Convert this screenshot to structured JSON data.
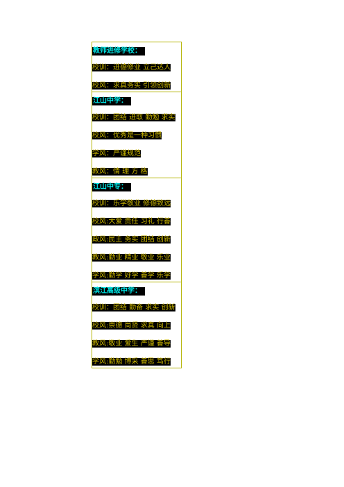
{
  "sections": [
    {
      "title": "教师进修学校：",
      "lines": [
        "校训：进德修业 立己达人",
        "校风：求真务实 引领创新"
      ]
    },
    {
      "title": "江山中学：",
      "lines": [
        "校训：团结 进取 勤勉 求实",
        "校风：优秀是一种习惯",
        "学风：严谨规范",
        "教风：情 理 方 格"
      ]
    },
    {
      "title": "江山中专：",
      "lines": [
        "校训：乐学敬业  修德致远",
        "校风:大爱  责任  习礼  行善",
        "政风:民主  务实  团结  创新",
        "教风:勤业  精业  敬业  乐业",
        "学风:勤学  好学  善学  乐学"
      ]
    },
    {
      "title": "滨江高级中学：",
      "lines": [
        "校训：团结 勤奋 求实 创新",
        "校风:崇德 尚贤 求真  向上",
        "教风:敬业  爱生  严谨  善导",
        "学风:勤勉  博采  善思  笃行"
      ]
    }
  ]
}
